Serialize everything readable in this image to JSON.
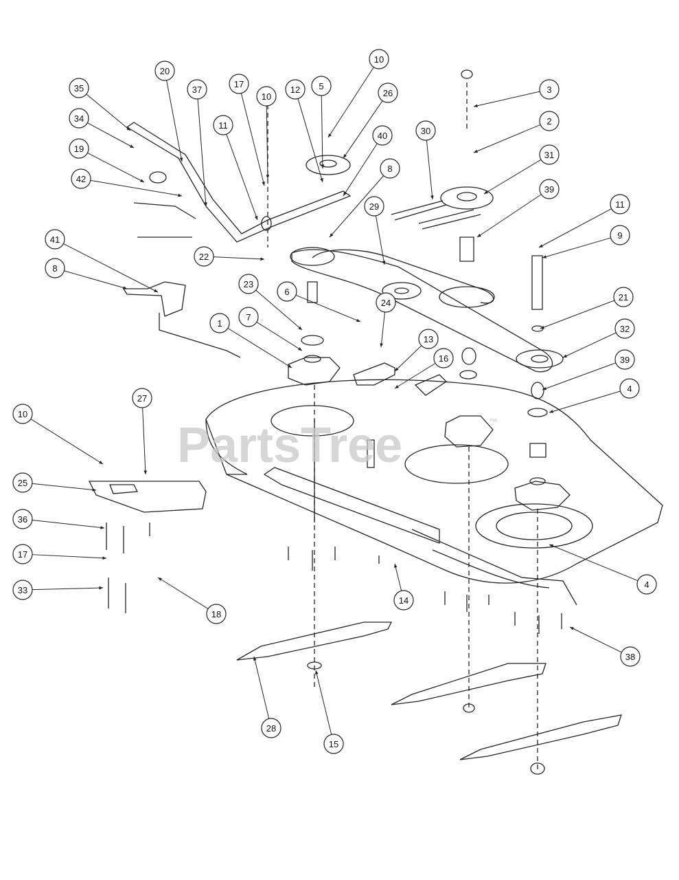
{
  "watermark": {
    "text": "PartsTree",
    "trademark": "™"
  },
  "callouts": [
    "10",
    "3",
    "35",
    "20",
    "37",
    "17",
    "10",
    "12",
    "5",
    "26",
    "34",
    "11",
    "2",
    "30",
    "40",
    "31",
    "19",
    "8",
    "42",
    "39",
    "29",
    "11",
    "41",
    "9",
    "22",
    "8",
    "23",
    "6",
    "21",
    "24",
    "7",
    "1",
    "32",
    "13",
    "16",
    "39",
    "27",
    "4",
    "10",
    "25",
    "36",
    "17",
    "33",
    "18",
    "14",
    "4",
    "38",
    "28",
    "15"
  ]
}
